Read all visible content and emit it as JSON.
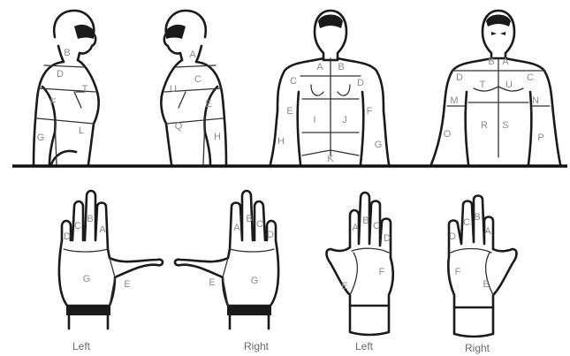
{
  "figures": {
    "side_left": {
      "zones": [
        "B",
        "D",
        "T",
        "F",
        "L",
        "G"
      ]
    },
    "side_right": {
      "zones": [
        "A",
        "C",
        "U",
        "E",
        "Q",
        "H"
      ]
    },
    "back": {
      "zones": [
        "A",
        "B",
        "C",
        "D",
        "E",
        "I",
        "J",
        "F",
        "H",
        "G",
        "K"
      ]
    },
    "front": {
      "zones": [
        "B",
        "A",
        "D",
        "T",
        "U",
        "C",
        "M",
        "N",
        "O",
        "R",
        "S",
        "P"
      ]
    }
  },
  "hands": {
    "back_left": {
      "caption": "Left",
      "zones": [
        "D",
        "C",
        "B",
        "A",
        "G",
        "E"
      ]
    },
    "back_right": {
      "caption": "Right",
      "zones": [
        "A",
        "B",
        "C",
        "D",
        "G",
        "E"
      ]
    },
    "palm_left": {
      "caption": "Left",
      "zones": [
        "A",
        "B",
        "C",
        "D",
        "E",
        "F"
      ]
    },
    "palm_right": {
      "caption": "Right",
      "zones": [
        "D",
        "C",
        "B",
        "A",
        "F",
        "E"
      ]
    }
  }
}
